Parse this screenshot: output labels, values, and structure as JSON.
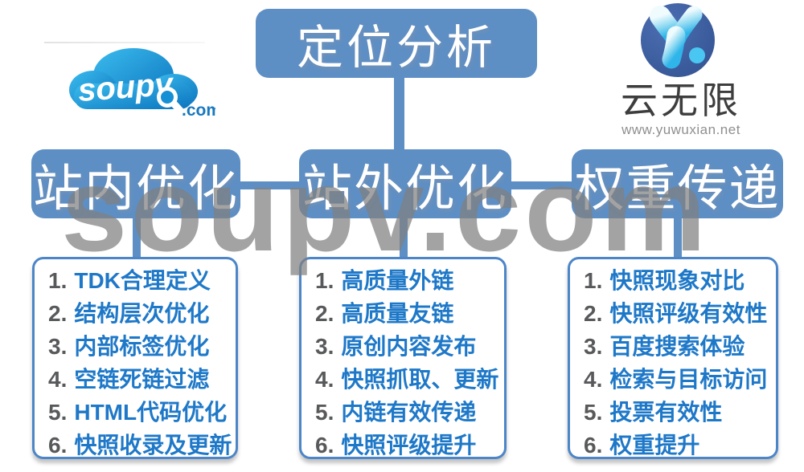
{
  "watermark": {
    "text": "soupv.com"
  },
  "logos": {
    "soupv": {
      "name": "soupv",
      "tld": ".com"
    },
    "yunwuxian": {
      "title": "云无限",
      "url": "www.yuwuxian.net"
    }
  },
  "root": {
    "label": "定位分析"
  },
  "branches": [
    {
      "label": "站内优化",
      "items": [
        {
          "num": "1.",
          "text": "TDK合理定义"
        },
        {
          "num": "2.",
          "text": "结构层次优化"
        },
        {
          "num": "3.",
          "text": "内部标签优化"
        },
        {
          "num": "4.",
          "text": "空链死链过滤"
        },
        {
          "num": "5.",
          "text": "HTML代码优化"
        },
        {
          "num": "6.",
          "text": "快照收录及更新"
        }
      ]
    },
    {
      "label": "站外优化",
      "items": [
        {
          "num": "1.",
          "text": "高质量外链"
        },
        {
          "num": "2.",
          "text": "高质量友链"
        },
        {
          "num": "3.",
          "text": "原创内容发布"
        },
        {
          "num": "4.",
          "text": "快照抓取、更新"
        },
        {
          "num": "5.",
          "text": "内链有效传递"
        },
        {
          "num": "6.",
          "text": "快照评级提升"
        }
      ]
    },
    {
      "label": "权重传递",
      "items": [
        {
          "num": "1.",
          "text": "快照现象对比"
        },
        {
          "num": "2.",
          "text": "快照评级有效性"
        },
        {
          "num": "3.",
          "text": "百度搜索体验"
        },
        {
          "num": "4.",
          "text": "检索与目标访问"
        },
        {
          "num": "5.",
          "text": "投票有效性"
        },
        {
          "num": "6.",
          "text": "权重提升"
        }
      ]
    }
  ],
  "palette": {
    "box_blue": "#5E8FC4",
    "list_border_blue": "#4C86C8",
    "item_text_blue": "#1E78C8",
    "number_gray": "#58595B",
    "watermark_gray": "#8C8C8C",
    "cloud_blue_light": "#3BBCEE",
    "cloud_blue_dark": "#0C74BE",
    "yun_circle_blue": "#31508F",
    "yun_y_blue": "#2FB5E9",
    "yun_title_gray": "#3D3D3D",
    "yun_url_gray": "#8F8F8F"
  }
}
